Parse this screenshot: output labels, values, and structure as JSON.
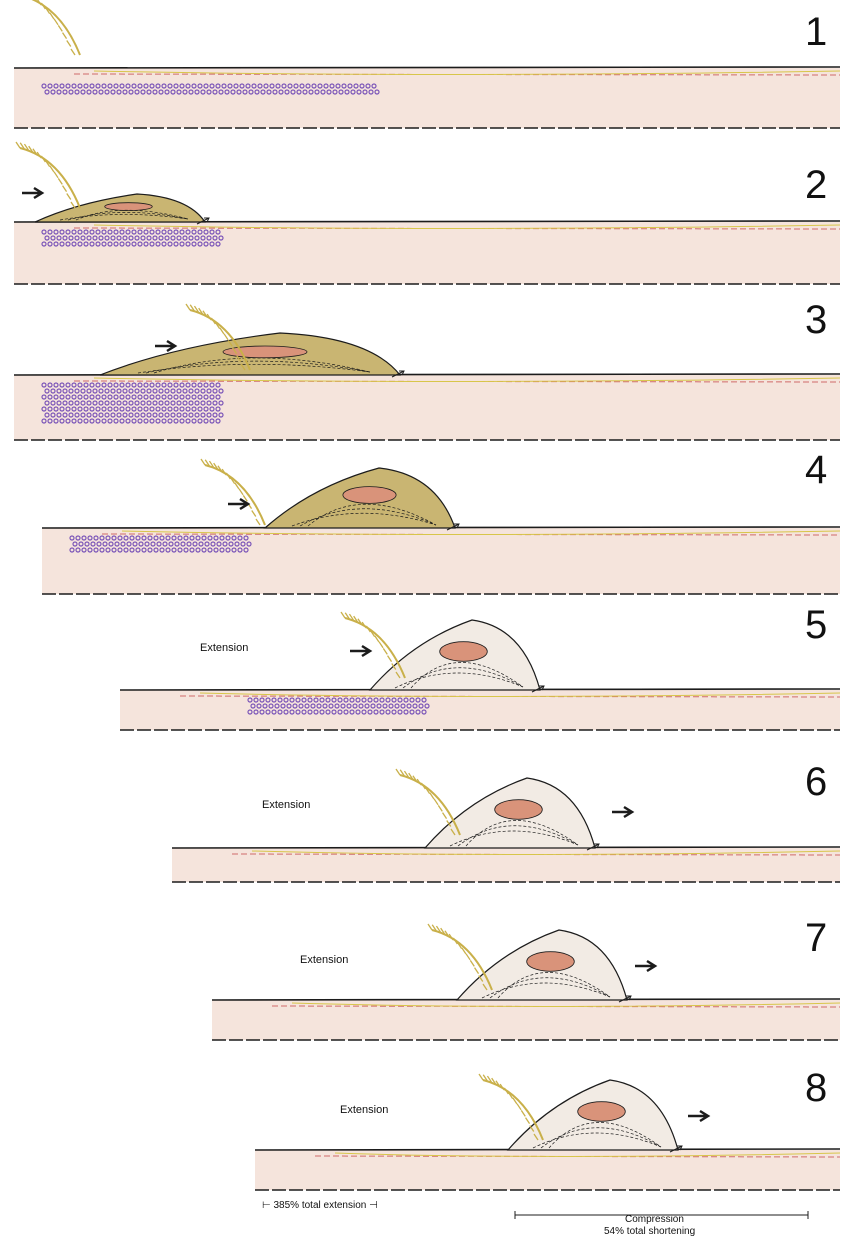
{
  "figure": {
    "stages": [
      {
        "number": "1",
        "extension_label": ""
      },
      {
        "number": "2",
        "extension_label": ""
      },
      {
        "number": "3",
        "extension_label": ""
      },
      {
        "number": "4",
        "extension_label": ""
      },
      {
        "number": "5",
        "extension_label": "Extension"
      },
      {
        "number": "6",
        "extension_label": "Extension"
      },
      {
        "number": "7",
        "extension_label": "Extension"
      },
      {
        "number": "8",
        "extension_label": "Extension"
      }
    ],
    "bottom": {
      "extension_scale": "⊢ 385% total extension ⊣",
      "compression_label": "Compression",
      "shortening_label": "54% total shortening"
    },
    "colors": {
      "background": "#ffffff",
      "slab_fill": "#f5e4dc",
      "nappe_fill": "#c9b572",
      "nappe_core": "#d9937a",
      "hatch": "#c9b04a",
      "dots": "#7b55b8",
      "line": "#1c1c1c",
      "red_horizon": "#d06a6a",
      "yellow_horizon": "#d8c64a"
    }
  }
}
